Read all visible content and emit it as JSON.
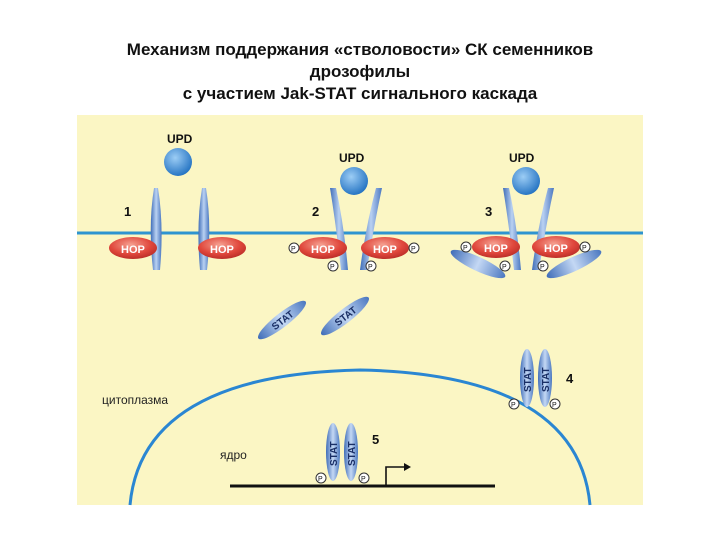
{
  "title": {
    "line1": "Механизм поддержания «стволовости» СК семенников",
    "line2": "дрозофилы",
    "line3": "с участием Jak-STAT сигнального каскада"
  },
  "diagram": {
    "steps": [
      "1",
      "2",
      "3",
      "4",
      "5"
    ],
    "ligand": "UPD",
    "kinase": "HOP",
    "phospho": "P",
    "transcription_factor": "STAT",
    "compartments": {
      "cytoplasm": "цитоплазма",
      "nucleus": "ядро"
    },
    "colors": {
      "background": "#FBF6C4",
      "membrane": "#2E94D0",
      "receptor": "#6E9BD6",
      "ligand": "#2A86D2",
      "kinase": "#D9423A",
      "nucleus": "#2A86D2",
      "dna": "#111111"
    }
  }
}
